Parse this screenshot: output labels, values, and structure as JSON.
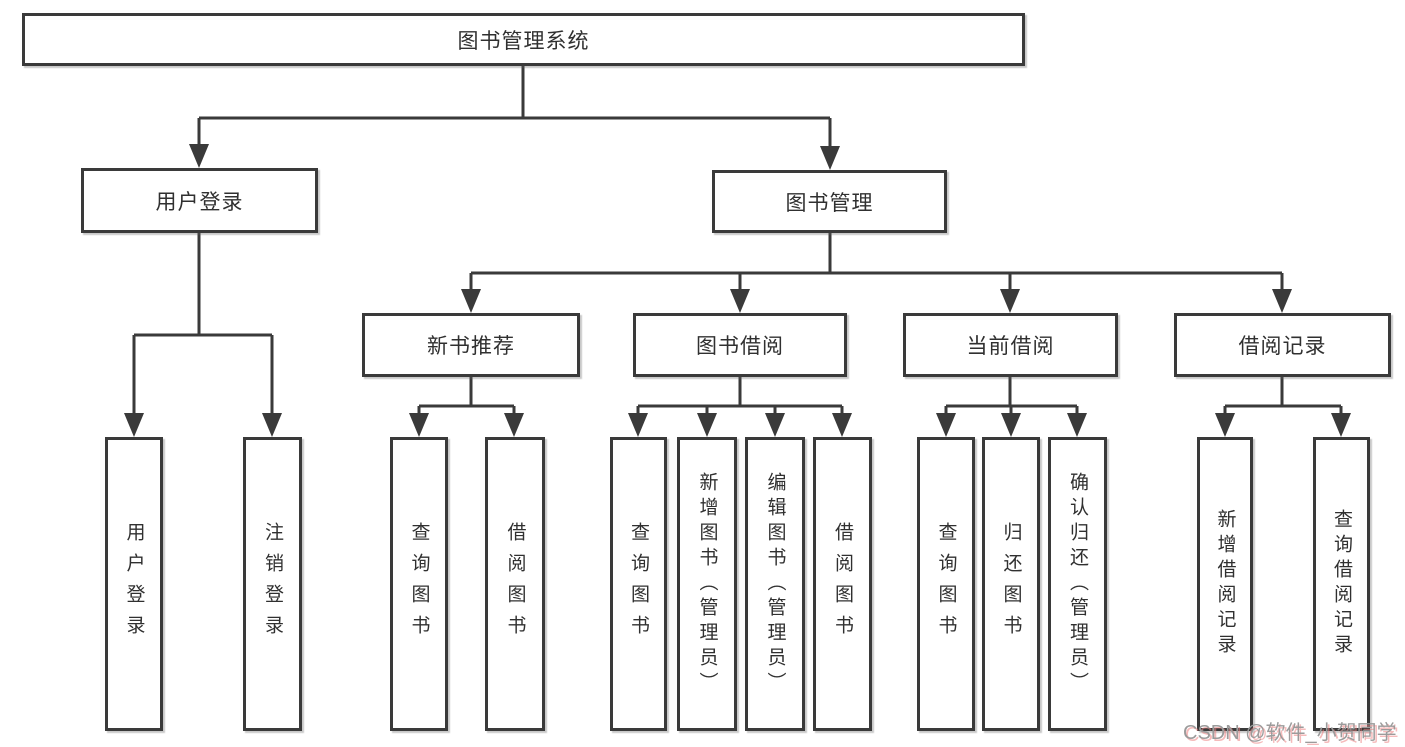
{
  "tree": {
    "root": {
      "label": "图书管理系统"
    },
    "branches": [
      {
        "label": "用户登录",
        "children": [
          {
            "label": "用户登录"
          },
          {
            "label": "注销登录"
          }
        ]
      },
      {
        "label": "图书管理",
        "children": [
          {
            "label": "新书推荐",
            "children": [
              {
                "label": "查询图书"
              },
              {
                "label": "借阅图书"
              }
            ]
          },
          {
            "label": "图书借阅",
            "children": [
              {
                "label": "查询图书"
              },
              {
                "label": "新增图书（管理员）"
              },
              {
                "label": "编辑图书（管理员）"
              },
              {
                "label": "借阅图书"
              }
            ]
          },
          {
            "label": "当前借阅",
            "children": [
              {
                "label": "查询图书"
              },
              {
                "label": "归还图书"
              },
              {
                "label": "确认归还（管理员）"
              }
            ]
          },
          {
            "label": "借阅记录",
            "children": [
              {
                "label": "新增借阅记录"
              },
              {
                "label": "查询借阅记录"
              }
            ]
          }
        ]
      }
    ]
  },
  "watermark": {
    "text": "CSDN @软件_小贺同学"
  },
  "colors": {
    "line": "#3a3a3a",
    "box_border": "#3a3a3a",
    "box_fill": "#ffffff",
    "text": "#303030",
    "watermark_gray": "#9b9b9b",
    "watermark_pink": "#ec8282"
  }
}
